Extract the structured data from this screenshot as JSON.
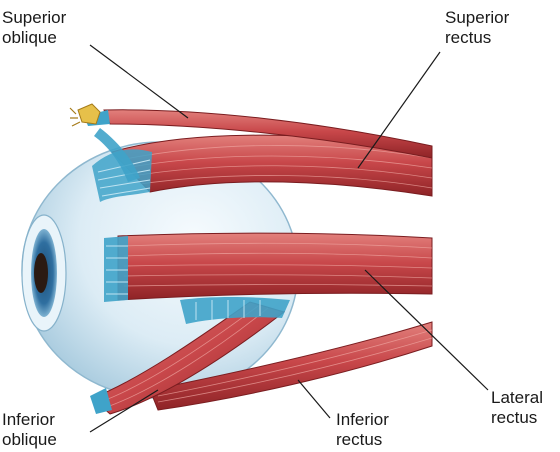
{
  "labels": {
    "superior_oblique": {
      "line1": "Superior",
      "line2": "oblique"
    },
    "superior_rectus": {
      "line1": "Superior",
      "line2": "rectus"
    },
    "lateral_rectus": {
      "line1": "Lateral",
      "line2": "rectus"
    },
    "inferior_rectus": {
      "line1": "Inferior",
      "line2": "rectus"
    },
    "inferior_oblique": {
      "line1": "Inferior",
      "line2": "oblique"
    }
  },
  "colors": {
    "muscle": "#c8474a",
    "muscle_dark": "#8e2326",
    "muscle_light": "#e2807c",
    "tendon": "#3fa3c9",
    "eyeball": "#dcecf5",
    "eyeball_shade": "#9cc3d9",
    "iris": "#2f6fa0",
    "pupil": "#2b1a12",
    "trochlea": "#e6c04a"
  }
}
